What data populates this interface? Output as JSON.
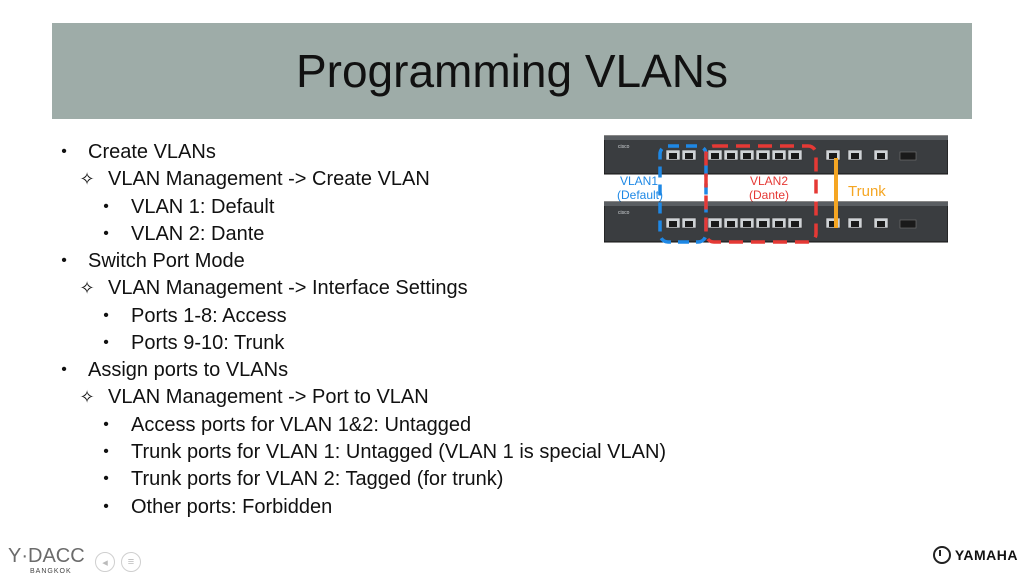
{
  "slide": {
    "title": "Programming VLANs",
    "bullets": [
      {
        "marker": "•",
        "text": "Create VLANs"
      },
      {
        "marker": "✧",
        "text": "VLAN Management -> Create VLAN"
      },
      {
        "marker": "•",
        "text": "VLAN 1: Default"
      },
      {
        "marker": "•",
        "text": "VLAN 2: Dante"
      },
      {
        "marker": "•",
        "text": "Switch Port Mode"
      },
      {
        "marker": "✧",
        "text": "VLAN Management -> Interface Settings"
      },
      {
        "marker": "•",
        "text": "Ports 1-8: Access"
      },
      {
        "marker": "•",
        "text": "Ports 9-10: Trunk"
      },
      {
        "marker": "•",
        "text": "Assign ports to VLANs"
      },
      {
        "marker": "✧",
        "text": "VLAN Management -> Port to VLAN"
      },
      {
        "marker": "•",
        "text": "Access ports for VLAN 1&2: Untagged"
      },
      {
        "marker": "•",
        "text": "Trunk ports for VLAN 1: Untagged (VLAN 1 is special VLAN)"
      },
      {
        "marker": "•",
        "text": "Trunk ports for VLAN 2: Tagged (for trunk)"
      },
      {
        "marker": "•",
        "text": "Other ports: Forbidden"
      }
    ]
  },
  "figure": {
    "vlan1_label": "VLAN1",
    "vlan1_sub": "(Default)",
    "vlan2_label": "VLAN2",
    "vlan2_sub": "(Dante)",
    "trunk_label": "Trunk",
    "brand": "cisco",
    "colors": {
      "vlan1": "#1e88e5",
      "vlan2": "#e53935",
      "trunk": "#f5a623"
    }
  },
  "footer": {
    "logo_text": "Y·DACC",
    "logo_sub": "BANGKOK",
    "brand": "YAMAHA",
    "nav_icons": [
      "back-icon",
      "menu-icon",
      "zoom-icon",
      "more-icon"
    ]
  }
}
